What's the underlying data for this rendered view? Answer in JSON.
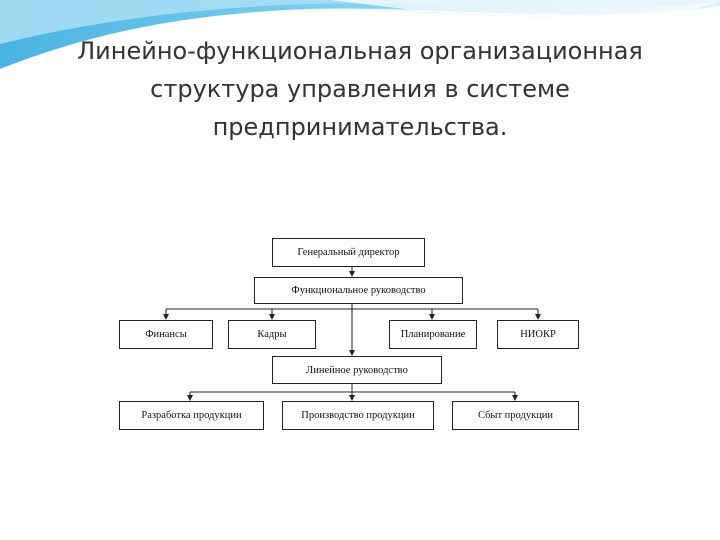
{
  "slide": {
    "title_lines": [
      "Линейно-функциональная организационная",
      "структура управления в системе",
      "предпринимательства."
    ]
  },
  "diagram": {
    "general_director": "Генеральный директор",
    "functional_management": "Функциональное руководство",
    "functional_units": [
      "Финансы",
      "Кадры",
      "Планирование",
      "НИОКР"
    ],
    "line_management": "Линейное руководство",
    "line_units": [
      "Разработка продукции",
      "Производство продукции",
      "Сбыт продукции"
    ]
  },
  "colors": {
    "accent_wave": "#5cc0e6",
    "accent_wave_light": "#b9e6f6",
    "title_text": "#333333",
    "box_border": "#222222"
  }
}
